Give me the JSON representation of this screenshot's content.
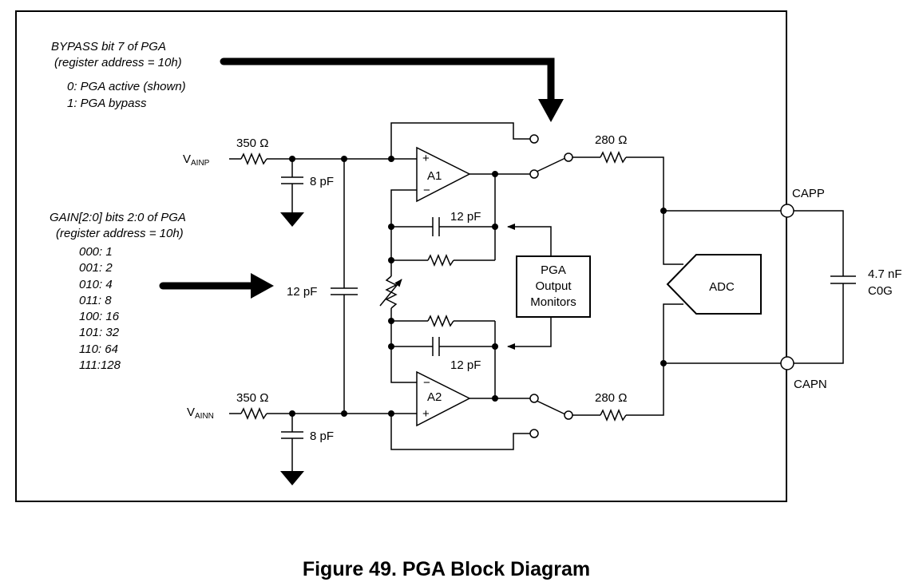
{
  "bypass": {
    "line1": "BYPASS bit 7 of PGA",
    "line2": "(register address = 10h)",
    "options": [
      "0: PGA active (shown)",
      "1: PGA bypass"
    ]
  },
  "gain": {
    "line1": "GAIN[2:0] bits 2:0 of PGA",
    "line2": "(register address = 10h)",
    "options": [
      "000: 1",
      "001: 2",
      "010: 4",
      "011: 8",
      "100: 16",
      "101: 32",
      "110: 64",
      "111:128"
    ]
  },
  "inputs": {
    "ainp": {
      "main": "V",
      "sub": "AINP"
    },
    "ainn": {
      "main": "V",
      "sub": "AINN"
    }
  },
  "components": {
    "r_in_top": "350 Ω",
    "r_in_bottom": "350 Ω",
    "c_in_top": "8 pF",
    "c_in_bottom": "8 pF",
    "c_diff": "12 pF",
    "c_fb_top": "12 pF",
    "c_fb_bottom": "12 pF",
    "r_out_top": "280 Ω",
    "r_out_bottom": "280 Ω",
    "c_ext_value": "4.7 nF",
    "c_ext_type": "C0G"
  },
  "amplifiers": {
    "a1": "A1",
    "a2": "A2",
    "plus": "+",
    "minus": "−"
  },
  "monitor": {
    "line1": "PGA",
    "line2": "Output",
    "line3": "Monitors"
  },
  "adc": "ADC",
  "pins": {
    "capp": "CAPP",
    "capn": "CAPN"
  },
  "caption": "Figure 49.  PGA Block Diagram"
}
